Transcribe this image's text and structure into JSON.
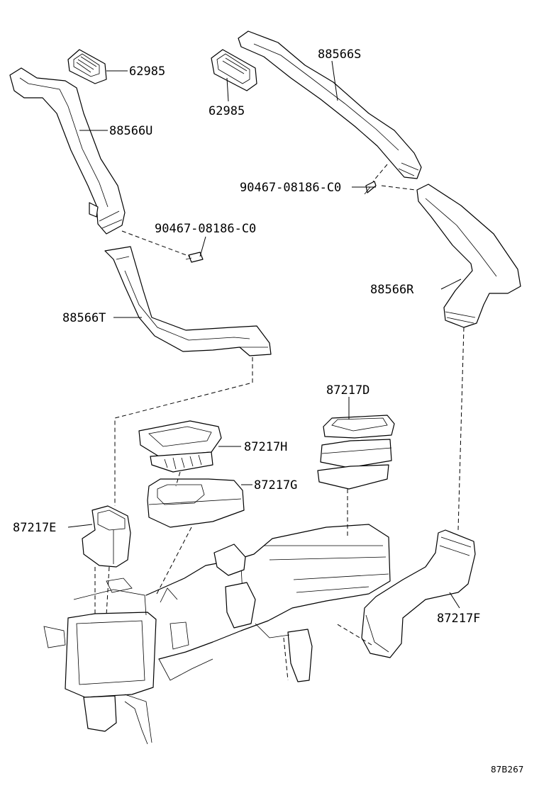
{
  "diagram_code": "87B267",
  "labels": {
    "grille_left": "62985",
    "grille_center": "62985",
    "duct_s": "88566S",
    "duct_u": "88566U",
    "screw_right": "90467-08186-C0",
    "screw_left": "90467-08186-C0",
    "duct_r": "88566R",
    "duct_t": "88566T",
    "nozzle_d": "87217D",
    "nozzle_h": "87217H",
    "nozzle_g": "87217G",
    "nozzle_e": "87217E",
    "nozzle_f": "87217F"
  }
}
